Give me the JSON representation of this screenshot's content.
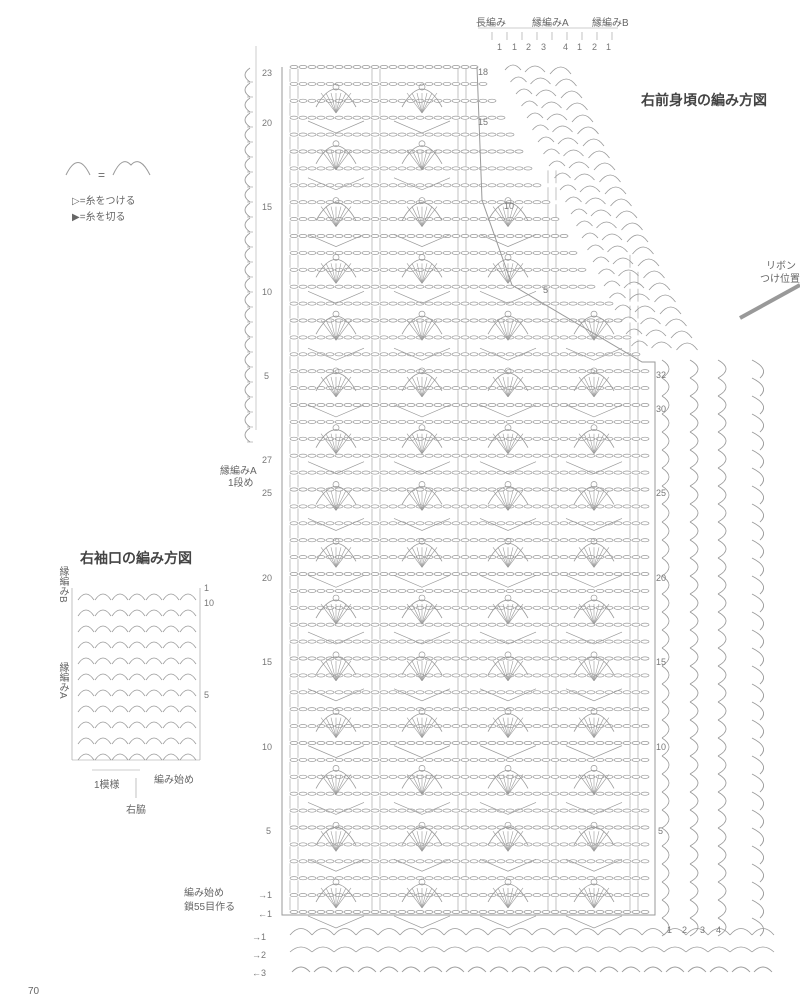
{
  "titles": {
    "body": "右前身頃の編み方図",
    "sleeve": "右袖口の編み方図"
  },
  "top_headers": {
    "h1": "長編み",
    "h2": "縁編みA",
    "h3": "縁編みB"
  },
  "col_numbers": [
    "1",
    "1",
    "2",
    "3",
    "4",
    "1",
    "2",
    "1"
  ],
  "legend": {
    "equals": "=",
    "attach": "=糸をつける",
    "cut": "=糸を切る"
  },
  "labels": {
    "ribbon": "リボン",
    "ribbon2": "つけ位置",
    "edgeA_row1": "縁編みA",
    "edgeA_row1b": "1段め",
    "start": "編み始め",
    "start_chain": "鎖55目作る",
    "sleeve_edgeB": "縁編みB",
    "sleeve_edgeA": "縁編みA",
    "one_pattern": "1模様",
    "sleeve_start": "編み始め",
    "right_side": "右脇",
    "page_number": "70"
  },
  "row_numbers": {
    "edge_left": [
      "23",
      "20",
      "15",
      "10",
      "5"
    ],
    "body_left": [
      "27",
      "25",
      "20",
      "15",
      "10",
      "5"
    ],
    "body_right": [
      "32",
      "30",
      "25",
      "20",
      "15",
      "10",
      "5"
    ],
    "neck": [
      "18",
      "15",
      "10",
      "5"
    ],
    "sleeve": [
      "10",
      "5",
      "1"
    ],
    "bottom": [
      "→1",
      "←1",
      "→1",
      "→2",
      "←3"
    ],
    "bottom_nums": [
      "1",
      "2",
      "3",
      "4"
    ]
  },
  "colors": {
    "line": "#9a9a9a",
    "text": "#555555"
  },
  "icons": [
    "open-triangle-icon",
    "filled-triangle-icon",
    "arrow-icon"
  ]
}
